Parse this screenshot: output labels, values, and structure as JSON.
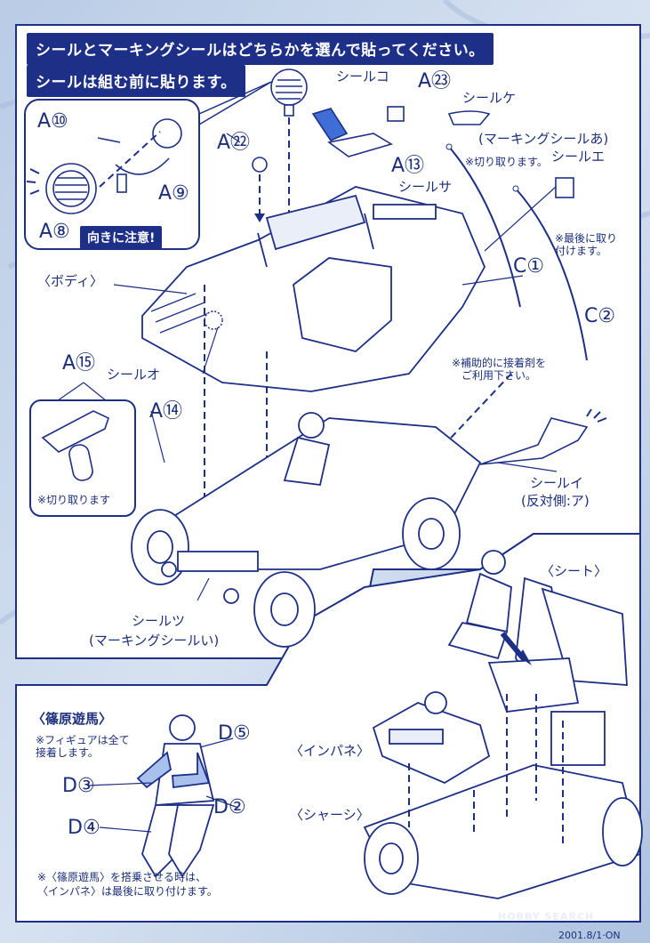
{
  "banners": {
    "top": "シールとマーキングシールはどちらかを選んで貼ってください。",
    "second": "シールは組む前に貼ります。"
  },
  "labels": {
    "a10": "A⑩",
    "a8": "A⑧",
    "a9": "A⑨",
    "orientation_note": "向きに注意!",
    "a22": "A㉒",
    "seal_ko": "シールコ",
    "a23": "A㉓",
    "seal_ke": "シールケ",
    "marking_a": "(マーキングシールあ)",
    "seal_e": "シールエ",
    "cut_off_1": "※切り取ります。",
    "a13": "A⑬",
    "seal_sa": "シールサ",
    "attach_last": "※最後に取り\n付けます。",
    "body": "〈ボディ〉",
    "c1": "C①",
    "c2": "C②",
    "a15": "A⑮",
    "seal_o": "シールオ",
    "adhesive_note": "※補助的に接着剤を\nご利用下さい。",
    "a14": "A⑭",
    "cut_off_2": "※切り取ります",
    "seal_i": "シールイ",
    "opposite_side": "(反対側:ア)",
    "seal_tsu": "シールツ",
    "marking_i": "(マーキングシールい)",
    "seat": "〈シート〉",
    "figure_name": "〈篠原遊馬〉",
    "figure_note": "※フィギュアは全て\n接着します。",
    "d5": "D⑤",
    "d3": "D③",
    "d2": "D②",
    "d4": "D④",
    "dashboard": "〈インパネ〉",
    "chassis": "〈シャーシ〉",
    "mount_note": "※〈篠原遊馬〉を搭乗させる時は、\n〈インパネ〉は最後に取り付けます。",
    "watermark": "HOBBY SEARCH",
    "footer_code": "2001.8/1·ON"
  }
}
